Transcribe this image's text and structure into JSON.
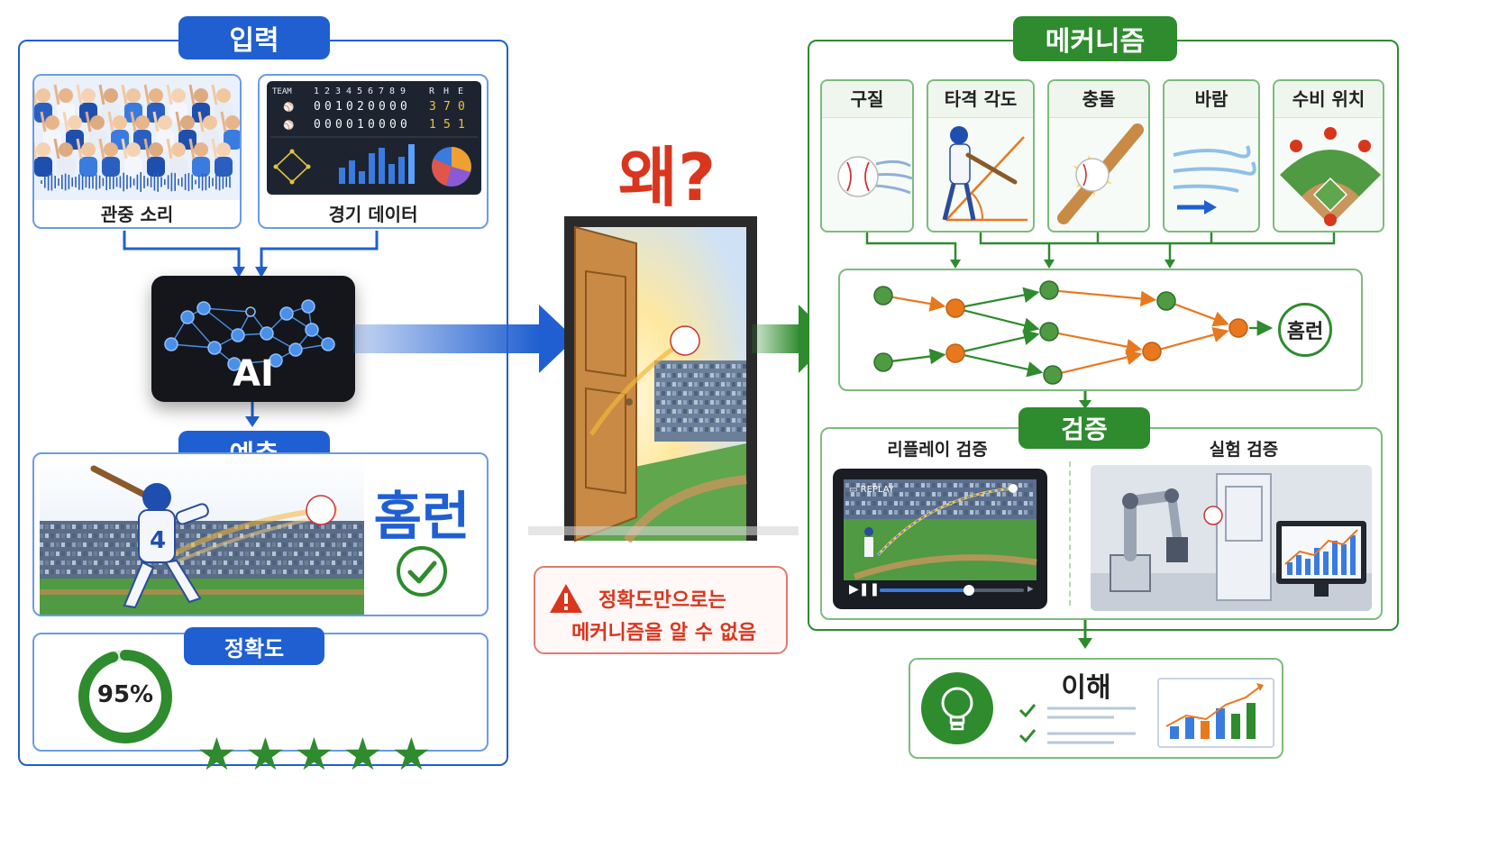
{
  "input": {
    "title": "입력",
    "crowd_label": "관중 소리",
    "data_label": "경기 데이터",
    "scoreboard": {
      "header": [
        "TEAM",
        "1",
        "2",
        "3",
        "4",
        "5",
        "6",
        "7",
        "8",
        "9",
        "R",
        "H",
        "E"
      ],
      "row1_team": "⚾",
      "row1": [
        "0",
        "0",
        "1",
        "0",
        "2",
        "0",
        "0",
        "0",
        "0",
        "3",
        "7",
        "0"
      ],
      "row2_team": "⚾",
      "row2": [
        "0",
        "0",
        "0",
        "0",
        "1",
        "0",
        "0",
        "0",
        "0",
        "1",
        "5",
        "1"
      ]
    }
  },
  "ai": {
    "label": "AI"
  },
  "prediction": {
    "title": "예측",
    "result": "홈런"
  },
  "accuracy": {
    "title": "정확도",
    "value": "95%",
    "fraction": 0.95,
    "stars": 5
  },
  "door": {
    "question": "왜?",
    "warning_line1": "정확도만으로는",
    "warning_line2": "메커니즘을 알 수 없음"
  },
  "mechanism": {
    "title": "메커니즘",
    "factors": [
      "구질",
      "타격 각도",
      "충돌",
      "바람",
      "수비 위치"
    ],
    "network_output": "홈런"
  },
  "verification": {
    "title": "검증",
    "replay_label": "리플레이 검증",
    "experiment_label": "실험 검증",
    "video_progress": 0.62
  },
  "understanding": {
    "title": "이해"
  },
  "colors": {
    "blue": "#1f5fd1",
    "green": "#2e8b2e",
    "orange": "#e8781e",
    "red": "#d9361e"
  }
}
